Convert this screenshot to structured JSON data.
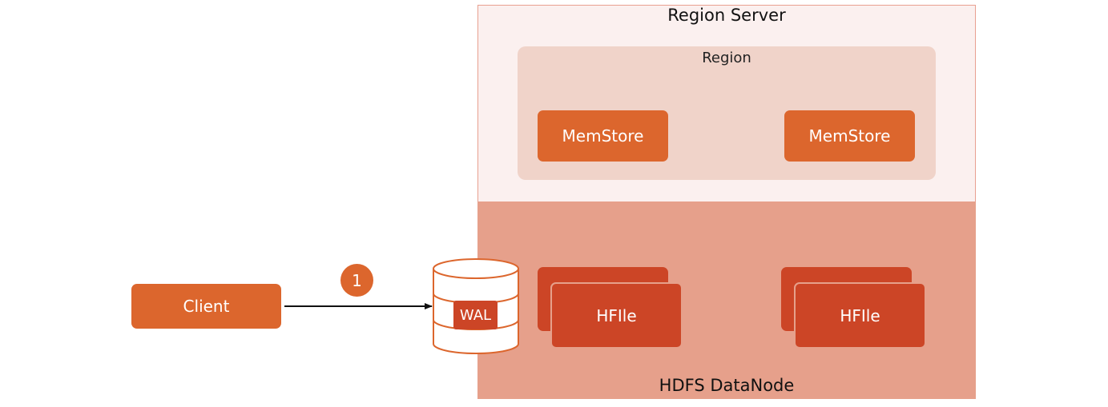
{
  "region_server": {
    "title": "Region Server"
  },
  "region": {
    "title": "Region",
    "memstores": [
      "MemStore",
      "MemStore"
    ]
  },
  "hdfs": {
    "title": "HDFS DataNode",
    "hfiles": [
      "HFIle",
      "HFIle"
    ]
  },
  "client": {
    "label": "Client"
  },
  "wal": {
    "label": "WAL"
  },
  "step": {
    "number": "1"
  },
  "colors": {
    "accent": "#dc662d",
    "dark_accent": "#cc4526",
    "hdfs_bg": "#e6a08b",
    "region_bg": "#f0d3c9",
    "server_bg": "#fbf0ef"
  }
}
